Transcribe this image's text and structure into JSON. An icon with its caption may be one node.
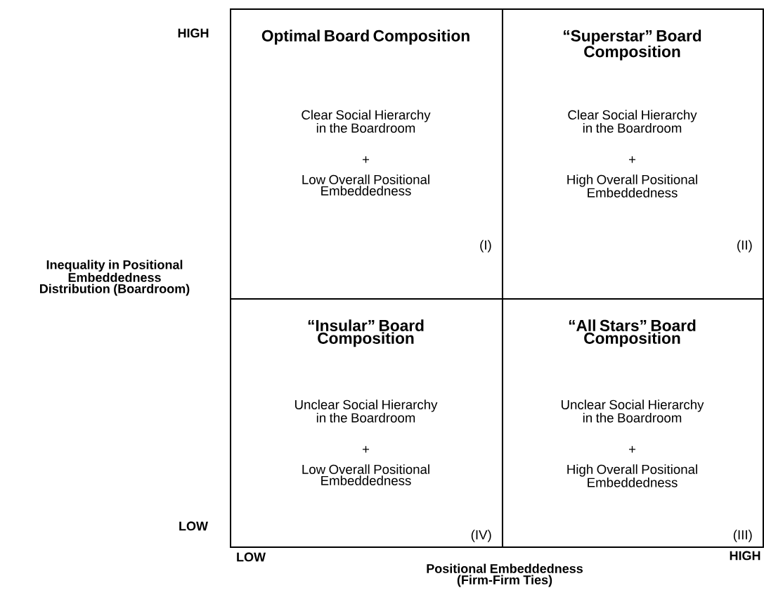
{
  "diagram": {
    "nodes": [
      {
        "text": [
          "Optimal Board Composition",
          "Clear Social Hierarchy in the Boardroom",
          "+",
          "Low Overall Positional Embeddedness",
          "(I)"
        ]
      },
      {
        "text": [
          "“Superstar” Board Composition",
          "Clear Social Hierarchy in the Boardroom",
          "+",
          "High Overall Positional Embeddedness",
          "(II)"
        ]
      },
      {
        "text": [
          "“Insular” Board Composition",
          "Unclear Social Hierarchy in the Boardroom",
          "+",
          "Low Overall Positional Embeddedness",
          "(IV)"
        ]
      },
      {
        "text": [
          "“All Stars” Board Composition",
          "Unclear Social Hierarchy in the Boardroom",
          "+",
          "High Overall Positional Embeddedness",
          "(III)"
        ]
      }
    ],
    "labels": [
      "HIGH",
      "Inequality in Positional Embeddedness Distribution (Boardroom)",
      "LOW",
      "LOW",
      "Positional Embeddedness (Firm-Firm Ties)",
      "HIGH"
    ]
  }
}
